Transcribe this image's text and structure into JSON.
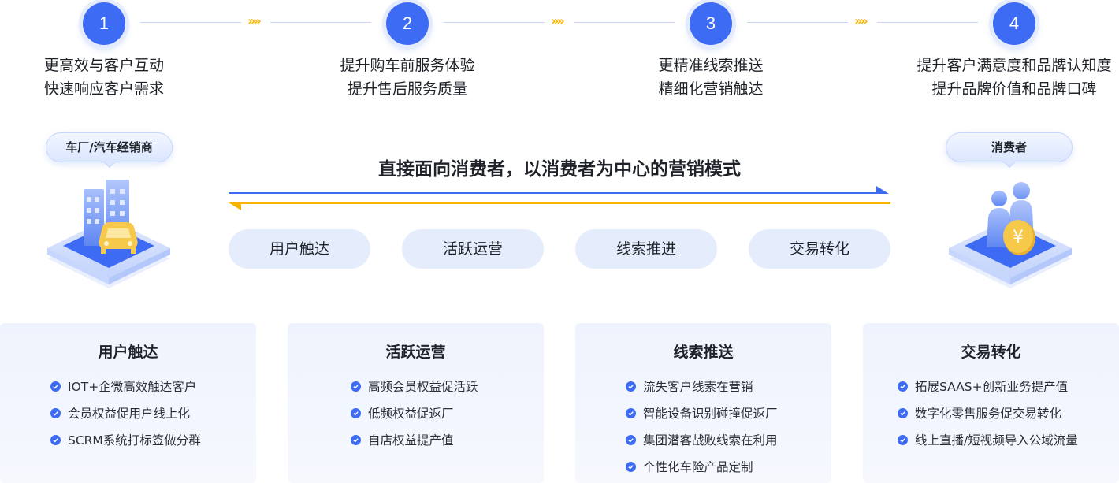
{
  "steps": [
    {
      "number": "1",
      "lines": [
        "更高效与客户互动",
        "快速响应客户需求"
      ]
    },
    {
      "number": "2",
      "lines": [
        "提升购车前服务体验",
        "提升售后服务质量"
      ]
    },
    {
      "number": "3",
      "lines": [
        "更精准线索推送",
        "精细化营销触达"
      ]
    },
    {
      "number": "4",
      "lines": [
        "提升客户满意度和品牌认知度",
        "提升品牌价值和品牌口碑"
      ]
    }
  ],
  "connector_chevron": "»»",
  "left_actor": {
    "label": "车厂/汽车经销商",
    "icon": "car-buildings-icon"
  },
  "right_actor": {
    "label": "消费者",
    "icon": "consumer-coin-icon",
    "coin_symbol": "¥"
  },
  "center_title": "直接面向消费者，以消费者为中心的营销模式",
  "stages": [
    "用户触达",
    "活跃运营",
    "线索推进",
    "交易转化"
  ],
  "cards": [
    {
      "title": "用户触达",
      "items": [
        "IOT+企微高效触达客户",
        "会员权益促用户线上化",
        "SCRM系统打标签做分群"
      ]
    },
    {
      "title": "活跃运营",
      "items": [
        "高频会员权益促活跃",
        "低频权益促返厂",
        "自店权益提产值"
      ]
    },
    {
      "title": "线索推送",
      "items": [
        "流失客户线索在营销",
        "智能设备识别碰撞促返厂",
        "集团潜客战败线索在利用",
        "个性化车险产品定制"
      ]
    },
    {
      "title": "交易转化",
      "items": [
        "拓展SAAS+创新业务提产值",
        "数字化零售服务促交易转化",
        "线上直播/短视频导入公域流量"
      ]
    }
  ],
  "colors": {
    "accent": "#3e6bf4",
    "secondary_arrow": "#f7b500",
    "card_bg": "#eef3fd",
    "pill_bg": "#e5edfd"
  }
}
